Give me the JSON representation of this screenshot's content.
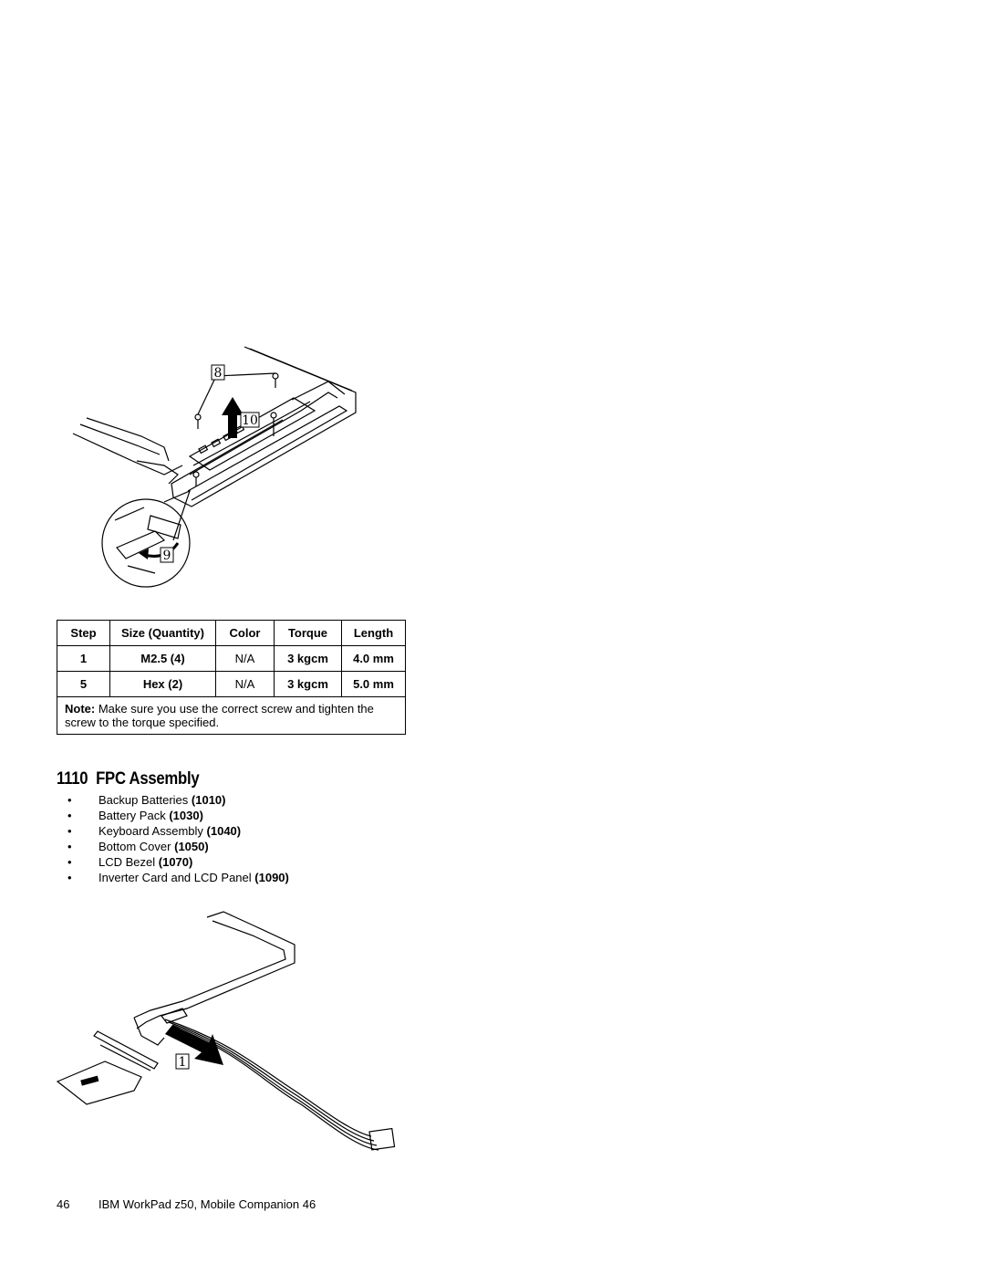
{
  "figure1": {
    "callouts": [
      "8",
      "10",
      "9"
    ]
  },
  "table": {
    "headers": [
      "Step",
      "Size (Quantity)",
      "Color",
      "Torque",
      "Length"
    ],
    "rows": [
      [
        "1",
        "M2.5 (4)",
        "N/A",
        "3 kgcm",
        "4.0 mm"
      ],
      [
        "5",
        "Hex (2)",
        "N/A",
        "3 kgcm",
        "5.0 mm"
      ]
    ],
    "note_label": "Note:",
    "note_text": "Make sure you use the correct screw and tighten the screw to the torque specified."
  },
  "section": {
    "number": "1110",
    "title": "FPC Assembly"
  },
  "prerequisites": [
    {
      "label": "Backup Batteries",
      "ref": "(1010)"
    },
    {
      "label": "Battery Pack",
      "ref": "(1030)"
    },
    {
      "label": "Keyboard Assembly",
      "ref": "(1040)"
    },
    {
      "label": "Bottom Cover",
      "ref": "(1050)"
    },
    {
      "label": "LCD Bezel",
      "ref": "(1070)"
    },
    {
      "label": "Inverter Card and LCD Panel",
      "ref": "(1090)"
    }
  ],
  "figure2": {
    "callouts": [
      "1"
    ]
  },
  "footer": {
    "page_number": "46",
    "text": "IBM WorkPad z50, Mobile Companion 46"
  }
}
